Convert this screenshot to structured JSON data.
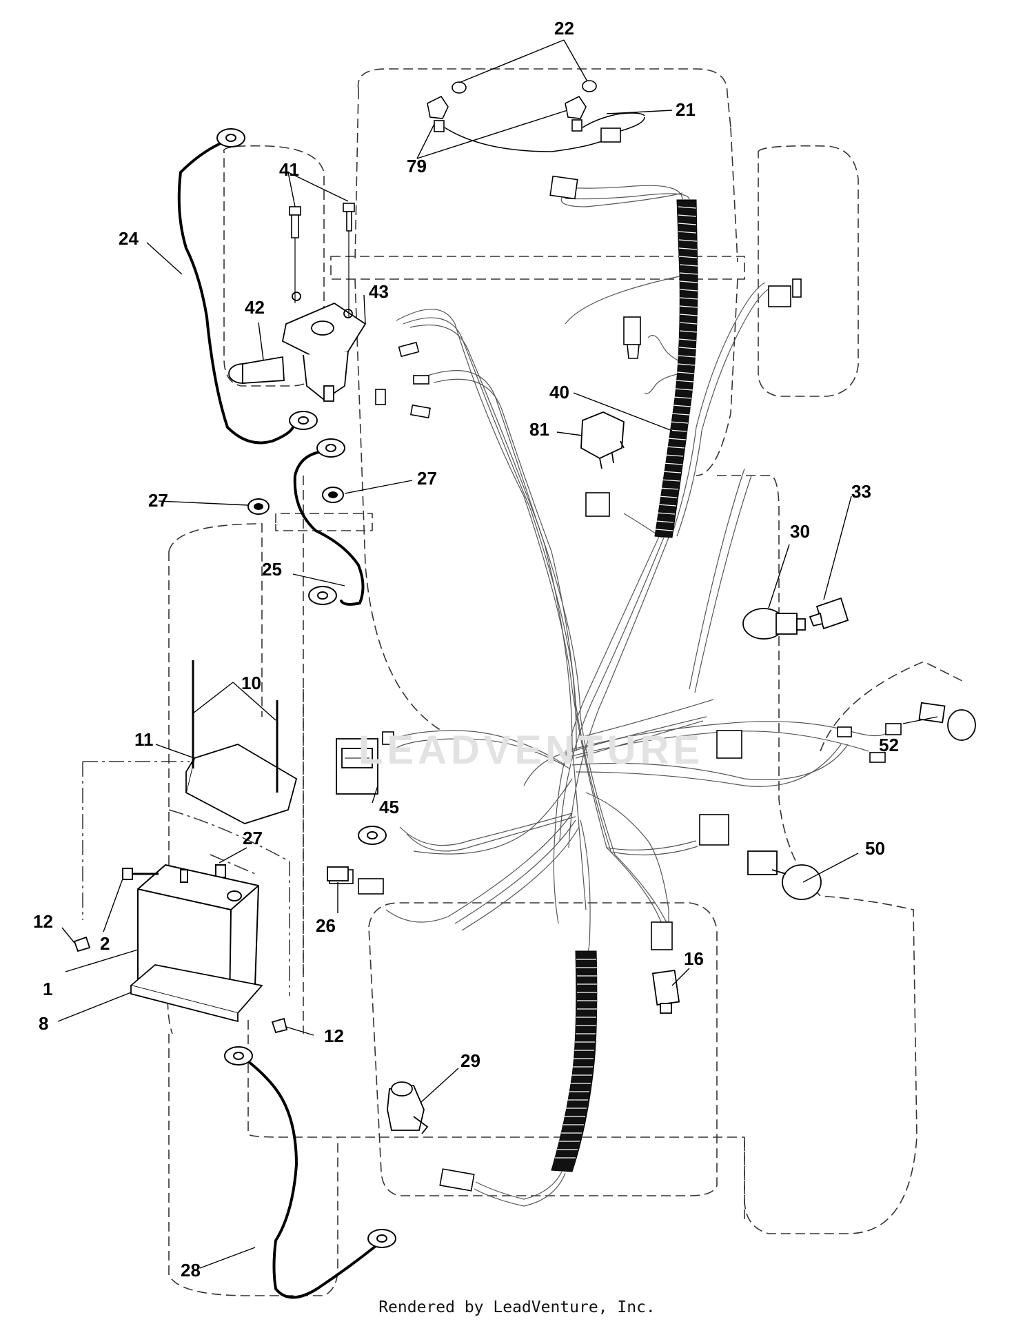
{
  "callouts": [
    {
      "id": "c22",
      "text": "22"
    },
    {
      "id": "c21",
      "text": "21"
    },
    {
      "id": "c79",
      "text": "79"
    },
    {
      "id": "c41",
      "text": "41"
    },
    {
      "id": "c24",
      "text": "24"
    },
    {
      "id": "c42",
      "text": "42"
    },
    {
      "id": "c43",
      "text": "43"
    },
    {
      "id": "c40",
      "text": "40"
    },
    {
      "id": "c81",
      "text": "81"
    },
    {
      "id": "c27a",
      "text": "27"
    },
    {
      "id": "c27b",
      "text": "27"
    },
    {
      "id": "c33",
      "text": "33"
    },
    {
      "id": "c30",
      "text": "30"
    },
    {
      "id": "c25",
      "text": "25"
    },
    {
      "id": "c10",
      "text": "10"
    },
    {
      "id": "c11",
      "text": "11"
    },
    {
      "id": "c52",
      "text": "52"
    },
    {
      "id": "c45",
      "text": "45"
    },
    {
      "id": "c27c",
      "text": "27"
    },
    {
      "id": "c50",
      "text": "50"
    },
    {
      "id": "c12a",
      "text": "12"
    },
    {
      "id": "c2",
      "text": "2"
    },
    {
      "id": "c26",
      "text": "26"
    },
    {
      "id": "c1",
      "text": "1"
    },
    {
      "id": "c16",
      "text": "16"
    },
    {
      "id": "c8",
      "text": "8"
    },
    {
      "id": "c12b",
      "text": "12"
    },
    {
      "id": "c29",
      "text": "29"
    },
    {
      "id": "c28",
      "text": "28"
    }
  ],
  "watermark": "LEADVENTURE",
  "footer": "Rendered by LeadVenture, Inc."
}
